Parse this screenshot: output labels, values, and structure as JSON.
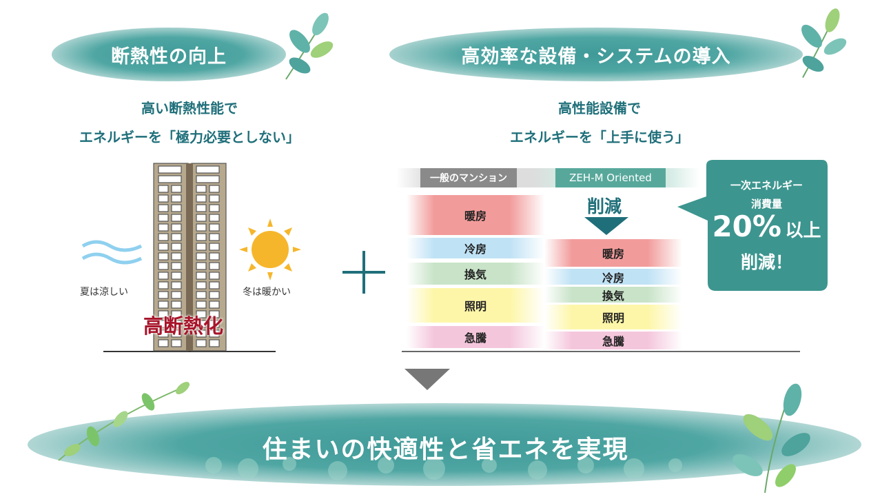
{
  "left": {
    "title": "断熱性の向上",
    "subtitle_line1": "高い断熱性能で",
    "subtitle_line2": "エネルギーを「極力必要としない」",
    "summer": "夏は涼しい",
    "winter": "冬は暖かい",
    "building_label": "高断熱化"
  },
  "right": {
    "title": "高効率な設備・システムの導入",
    "subtitle_line1": "高性能設備で",
    "subtitle_line2": "エネルギーを「上手に使う」",
    "col_general": "一般のマンション",
    "col_zeh": "ZEH-M Oriented",
    "reduction": "削減",
    "general_items": [
      "暖房",
      "冷房",
      "換気",
      "照明",
      "急騰"
    ],
    "zeh_items": [
      "暖房",
      "冷房",
      "換気",
      "照明",
      "急騰"
    ],
    "bubble": {
      "line1": "一次エネルギー",
      "line2": "消費量",
      "percent": "20%",
      "above": "以上",
      "line4": "削減！"
    }
  },
  "bottom": {
    "title": "住まいの快適性と省エネを実現"
  },
  "colors": {
    "teal": "#3f9a98",
    "dark_teal": "#1f6f7a",
    "red": "#a8142a"
  }
}
